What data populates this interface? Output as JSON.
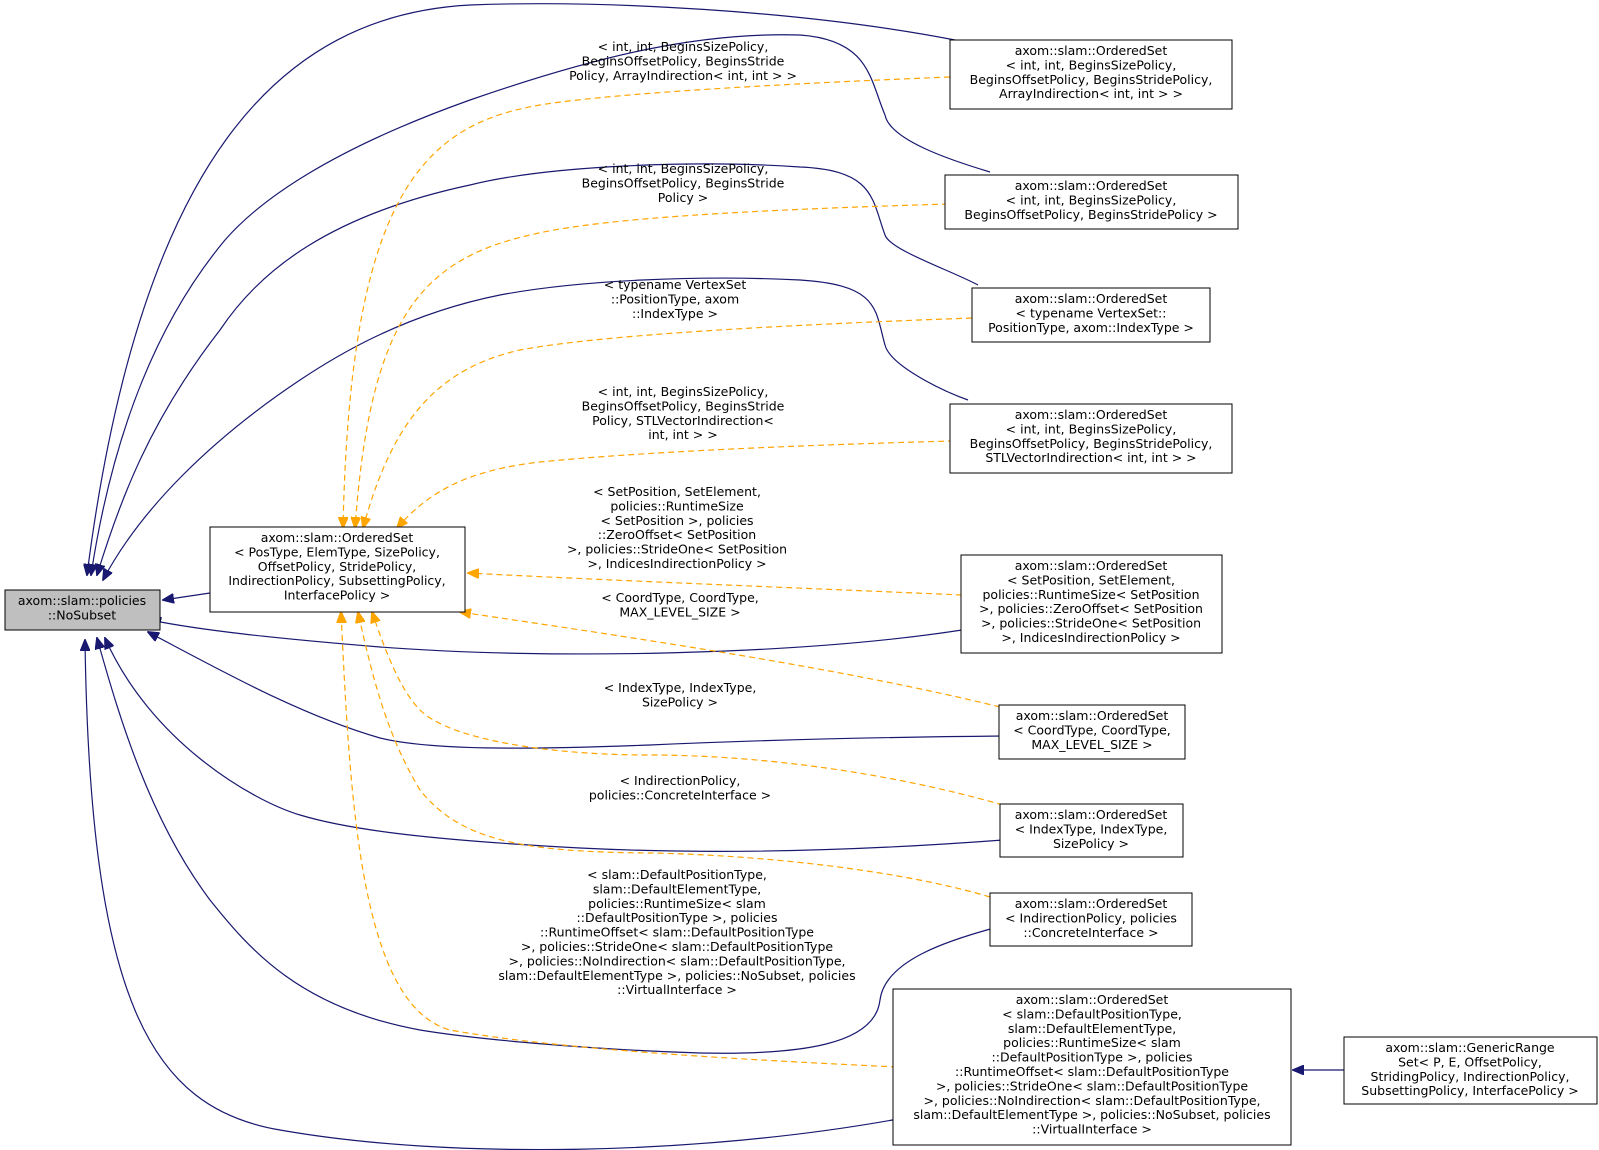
{
  "colors": {
    "inherit_edge": "#191970",
    "template_edge": "#ffa500",
    "root_fill": "#bfbfbf",
    "node_fill": "#ffffff"
  },
  "nodes": [
    {
      "id": "root",
      "lines": [
        "axom::slam::policies",
        "::NoSubset"
      ]
    },
    {
      "id": "template",
      "lines": [
        "axom::slam::OrderedSet",
        "< PosType, ElemType, SizePolicy,",
        "OffsetPolicy, StridePolicy,",
        "IndirectionPolicy, SubsettingPolicy,",
        "InterfacePolicy >"
      ]
    },
    {
      "id": "n1",
      "lines": [
        "axom::slam::OrderedSet",
        "< int, int, BeginsSizePolicy,",
        "BeginsOffsetPolicy, BeginsStridePolicy,",
        "ArrayIndirection< int, int > >"
      ]
    },
    {
      "id": "n2",
      "lines": [
        "axom::slam::OrderedSet",
        "< int, int, BeginsSizePolicy,",
        "BeginsOffsetPolicy, BeginsStridePolicy >"
      ]
    },
    {
      "id": "n3",
      "lines": [
        "axom::slam::OrderedSet",
        "< typename VertexSet::",
        "PositionType, axom::IndexType >"
      ]
    },
    {
      "id": "n4",
      "lines": [
        "axom::slam::OrderedSet",
        "< int, int, BeginsSizePolicy,",
        "BeginsOffsetPolicy, BeginsStridePolicy,",
        "STLVectorIndirection< int, int > >"
      ]
    },
    {
      "id": "n5",
      "lines": [
        "axom::slam::OrderedSet",
        "< SetPosition, SetElement,",
        "policies::RuntimeSize< SetPosition",
        ">, policies::ZeroOffset< SetPosition",
        ">, policies::StrideOne< SetPosition",
        ">, IndicesIndirectionPolicy >"
      ]
    },
    {
      "id": "n6",
      "lines": [
        "axom::slam::OrderedSet",
        "< CoordType, CoordType,",
        "MAX_LEVEL_SIZE >"
      ]
    },
    {
      "id": "n7",
      "lines": [
        "axom::slam::OrderedSet",
        "< IndexType, IndexType,",
        "SizePolicy >"
      ]
    },
    {
      "id": "n8",
      "lines": [
        "axom::slam::OrderedSet",
        "< IndirectionPolicy, policies",
        "::ConcreteInterface >"
      ]
    },
    {
      "id": "n9",
      "lines": [
        "axom::slam::OrderedSet",
        "< slam::DefaultPositionType,",
        "slam::DefaultElementType,",
        "policies::RuntimeSize< slam",
        "::DefaultPositionType >, policies",
        "::RuntimeOffset< slam::DefaultPositionType",
        ">, policies::StrideOne< slam::DefaultPositionType",
        ">, policies::NoIndirection< slam::DefaultPositionType,",
        "slam::DefaultElementType >, policies::NoSubset, policies",
        "::VirtualInterface >"
      ]
    },
    {
      "id": "n10",
      "lines": [
        "axom::slam::GenericRange",
        "Set< P, E, OffsetPolicy,",
        "StridingPolicy, IndirectionPolicy,",
        "SubsettingPolicy, InterfacePolicy >"
      ]
    }
  ],
  "edge_labels": [
    {
      "id": "l1",
      "lines": [
        "< int, int, BeginsSizePolicy,",
        "BeginsOffsetPolicy, BeginsStride",
        "Policy, ArrayIndirection< int, int > >"
      ]
    },
    {
      "id": "l2",
      "lines": [
        "< int, int, BeginsSizePolicy,",
        "BeginsOffsetPolicy, BeginsStride",
        "Policy >"
      ]
    },
    {
      "id": "l3",
      "lines": [
        "< typename VertexSet",
        "::PositionType, axom",
        "::IndexType >"
      ]
    },
    {
      "id": "l4",
      "lines": [
        "< int, int, BeginsSizePolicy,",
        "BeginsOffsetPolicy, BeginsStride",
        "Policy, STLVectorIndirection<",
        "int, int > >"
      ]
    },
    {
      "id": "l5",
      "lines": [
        "< SetPosition, SetElement,",
        "policies::RuntimeSize",
        "< SetPosition >, policies",
        "::ZeroOffset< SetPosition",
        ">, policies::StrideOne< SetPosition",
        ">, IndicesIndirectionPolicy >"
      ]
    },
    {
      "id": "l6",
      "lines": [
        "< CoordType, CoordType,",
        "MAX_LEVEL_SIZE >"
      ]
    },
    {
      "id": "l7",
      "lines": [
        "< IndexType, IndexType,",
        "SizePolicy >"
      ]
    },
    {
      "id": "l8",
      "lines": [
        "< IndirectionPolicy,",
        "policies::ConcreteInterface >"
      ]
    },
    {
      "id": "l9",
      "lines": [
        "< slam::DefaultPositionType,",
        "slam::DefaultElementType,",
        "policies::RuntimeSize< slam",
        "::DefaultPositionType >, policies",
        "::RuntimeOffset< slam::DefaultPositionType",
        ">, policies::StrideOne< slam::DefaultPositionType",
        ">, policies::NoIndirection< slam::DefaultPositionType,",
        "slam::DefaultElementType >, policies::NoSubset, policies",
        "::VirtualInterface >"
      ]
    }
  ]
}
